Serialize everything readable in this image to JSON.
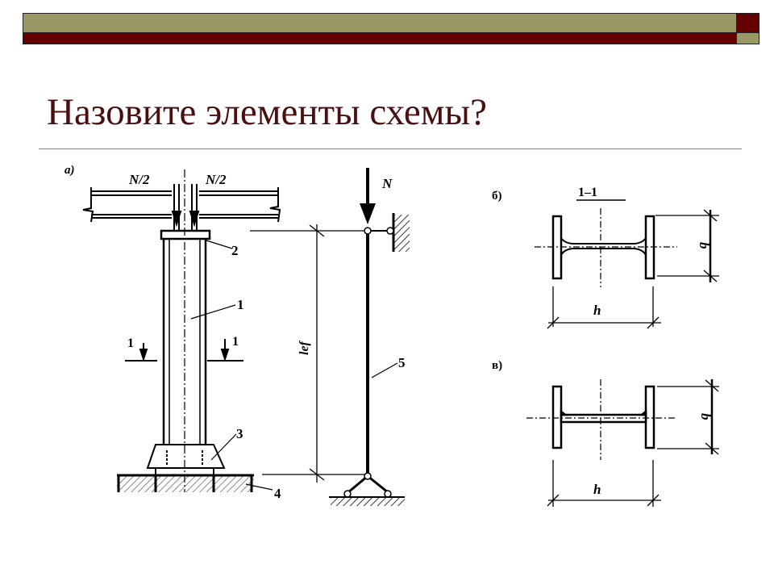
{
  "slide": {
    "title": "Назовите элементы схемы?",
    "colors": {
      "olive": "#9a9865",
      "maroon": "#650000",
      "title": "#4a0f0f"
    }
  },
  "diagram": {
    "panel_a": {
      "label": "а)",
      "load_left": "N/2",
      "load_right": "N/2",
      "load_total": "N",
      "effective_length": "lef",
      "section_mark_left": "1",
      "section_mark_right": "1",
      "callouts": [
        "1",
        "2",
        "3",
        "4",
        "5"
      ]
    },
    "panel_b": {
      "label": "б)",
      "section_title": "1–1",
      "dim_width": "b",
      "dim_height": "h"
    },
    "panel_c": {
      "label": "в)",
      "dim_width": "b",
      "dim_height": "h"
    }
  }
}
